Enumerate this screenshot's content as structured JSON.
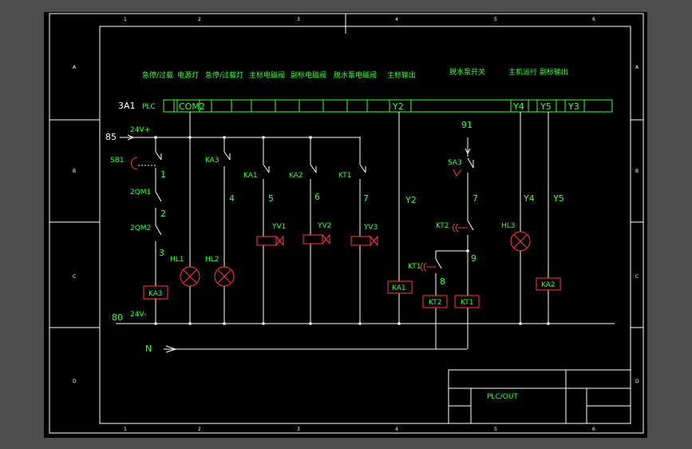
{
  "title_block": {
    "drawing_name": "PLC/OUT"
  },
  "frame": {
    "col_labels": [
      "1",
      "2",
      "3",
      "4",
      "5",
      "6"
    ],
    "row_labels": [
      "A",
      "B",
      "C",
      "D"
    ]
  },
  "plc": {
    "module": "3A1",
    "label": "PLC",
    "com": "COM2",
    "y2": "Y2",
    "y4": "Y4",
    "y5": "Y5",
    "y3": "Y3"
  },
  "headings": {
    "h1": "急停/过载",
    "h2": "电源灯",
    "h3": "急停/过载灯",
    "h4": "主标电磁阀",
    "h5": "副标电磁阀",
    "h6": "脱水泵电磁阀",
    "h7": "主标输出",
    "h8": "脱水泵开关",
    "h9": "主机运行",
    "h10": "副标输出"
  },
  "wires": {
    "w85": "85",
    "w24p": "24V+",
    "w80": "80",
    "w24m": "24V-",
    "wN": "N",
    "w91": "91",
    "n1": "1",
    "n2": "2",
    "n3": "3",
    "n4": "4",
    "n5": "5",
    "n6": "6",
    "n7a": "7",
    "n7b": "7",
    "n8": "8",
    "n9": "9",
    "y2": "Y2",
    "y4": "Y4",
    "y5": "Y5"
  },
  "devices": {
    "sb1": "SB1",
    "qm1": "2QM1",
    "qm2": "2QM2",
    "ka3_coil": "KA3",
    "ka3_contact": "KA3",
    "hl1": "HL1",
    "hl2": "HL2",
    "ka1": "KA1",
    "ka2": "KA2",
    "kt1": "KT1",
    "yv1": "YV1",
    "yv2": "YV2",
    "yv3": "YV3",
    "ka1_coil": "KA1",
    "kt1_contact": "KT1",
    "kt2_contact": "KT2",
    "kt2_coil": "KT2",
    "kt1_coil": "KT1",
    "sa3": "SA3",
    "hl3": "HL3",
    "ka2_coil": "KA2"
  },
  "colors": {
    "text": "#39ff3a",
    "device": "#ff3b3b",
    "wire": "#ffffff",
    "bg": "#000000"
  }
}
